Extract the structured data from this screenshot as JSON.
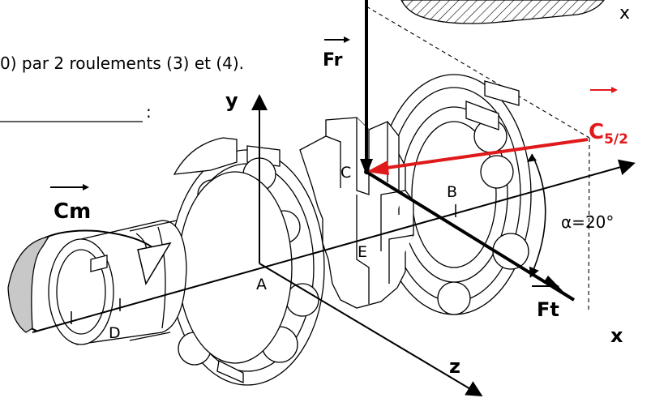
{
  "text": {
    "corner_x": "x",
    "statement_fragment": "0) par 2 roulements (3) et (4).",
    "blank_colon": ":",
    "fr": "Fr",
    "y_axis": "y",
    "c52_main": "C",
    "c52_sub": "5/2",
    "point_c": "C",
    "point_b": "B",
    "point_e": "E",
    "point_a": "A",
    "point_d": "D",
    "cm": "Cm",
    "alpha": "α=20°",
    "ft": "Ft",
    "x_axis": "x",
    "z_axis": "z"
  },
  "colors": {
    "ink": "#000000",
    "accent_red": "#e0191b",
    "shading_gray": "#c8c8c8"
  }
}
